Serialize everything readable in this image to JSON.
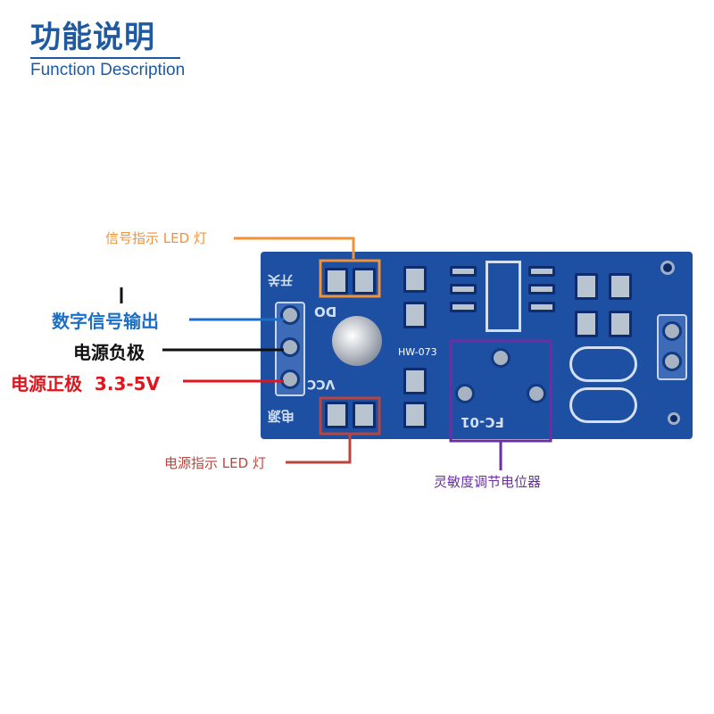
{
  "header": {
    "title_cn": "功能说明",
    "title_en": "Function Description"
  },
  "board": {
    "model_text": "HW-073",
    "part_text": "FC-01",
    "silk_switch": "开关",
    "silk_do": "DO",
    "silk_vcc": "VCC",
    "silk_power": "电源"
  },
  "callouts": {
    "signal_led": "信号指示 LED 灯",
    "digital_out": "数字信号输出",
    "power_negative": "电源负极",
    "power_positive": "电源正极  3.3-5V",
    "power_led": "电源指示 LED 灯",
    "sensitivity_pot": "灵敏度调节电位器"
  },
  "colors": {
    "title": "#1f5aa0",
    "board": "#1d4fa3",
    "signal_led_callout": "#f0923a",
    "digital_out_callout": "#1b6fc8",
    "power_negative_callout": "#111111",
    "power_positive_callout": "#e0161e",
    "power_led_callout": "#b8463f",
    "pot_callout": "#6a2fa0"
  }
}
